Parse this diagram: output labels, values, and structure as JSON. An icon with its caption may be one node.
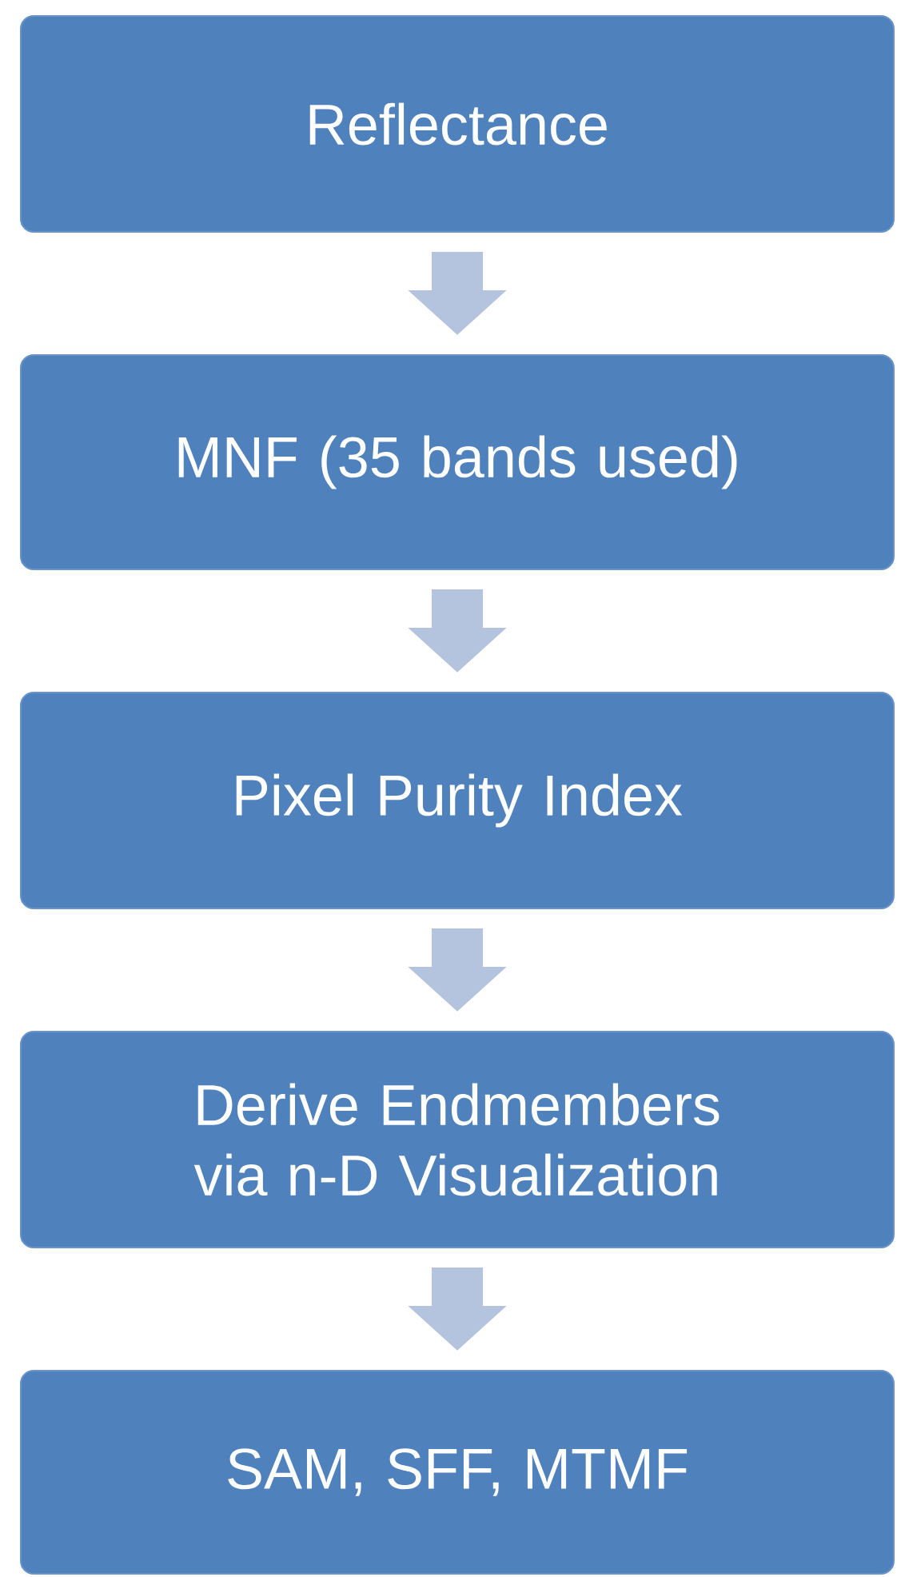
{
  "diagram": {
    "nodes": [
      {
        "text": [
          "Reflectance"
        ]
      },
      {
        "text": [
          "MNF (35 bands used)"
        ]
      },
      {
        "text": [
          "Pixel Purity Index"
        ]
      },
      {
        "text": [
          "Derive Endmembers via n-D Visualization"
        ]
      },
      {
        "text": [
          "SAM, SFF, MTMF"
        ]
      }
    ],
    "edges": [
      {
        "from": 0,
        "to": 1,
        "arrow": "to"
      },
      {
        "from": 1,
        "to": 2,
        "arrow": "to"
      },
      {
        "from": 2,
        "to": 3,
        "arrow": "to"
      },
      {
        "from": 3,
        "to": 4,
        "arrow": "to"
      }
    ]
  }
}
